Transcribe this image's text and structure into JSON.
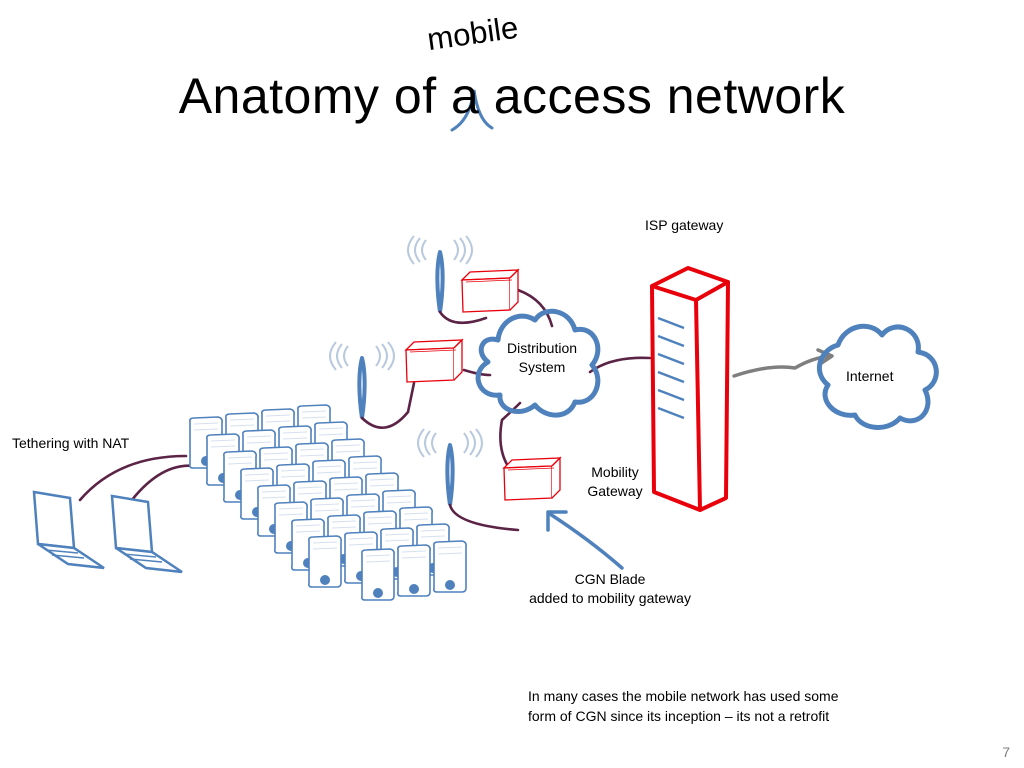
{
  "slide": {
    "title": "Anatomy of a access network",
    "insertion": "mobile",
    "page_number": "7"
  },
  "labels": {
    "isp_gateway": "ISP gateway",
    "distribution_line1": "Distribution",
    "distribution_line2": "System",
    "internet": "Internet",
    "mobility_line1": "Mobility",
    "mobility_line2": "Gateway",
    "tethering": "Tethering with NAT",
    "cgn_line1": "CGN Blade",
    "cgn_line2": "added to mobility gateway"
  },
  "footnote": {
    "line1": "In many cases the mobile network has used some",
    "line2": "form of CGN since its inception – its not a retrofit"
  },
  "colors": {
    "blue": "#4f81bd",
    "red": "#e8000b",
    "purple": "#5b2345",
    "gray": "#7f7f7f"
  }
}
